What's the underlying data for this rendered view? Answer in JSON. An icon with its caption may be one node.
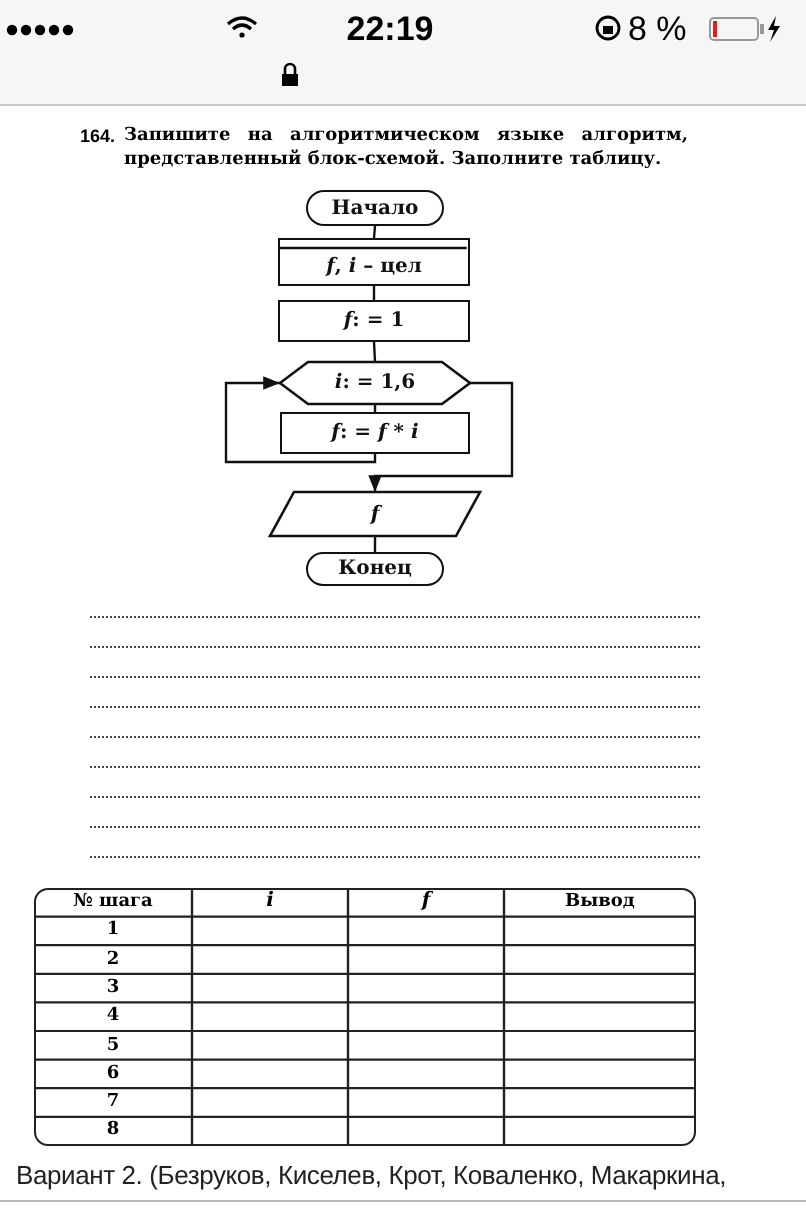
{
  "diagram": {
    "nodes": [
      {
        "text": [
          "Начало"
        ]
      },
      {
        "text": [
          "*f*, *i* – цел"
        ]
      },
      {
        "text": [
          "*f*: = 1"
        ]
      },
      {
        "text": [
          "*i*: = 1,6"
        ]
      },
      {
        "text": [
          "*f*: = *f* * *i*"
        ]
      },
      {
        "text": [
          "*f*"
        ]
      },
      {
        "text": [
          "Конец"
        ]
      }
    ],
    "edges": [
      {
        "from": 0,
        "to": 1,
        "arrow": "none"
      },
      {
        "from": 1,
        "to": 2,
        "arrow": "none"
      },
      {
        "from": 2,
        "to": 3,
        "arrow": "none"
      },
      {
        "from": 3,
        "to": 4,
        "arrow": "none"
      },
      {
        "from": 4,
        "to": 3,
        "arrow": "to"
      },
      {
        "from": 3,
        "to": 5,
        "arrow": "to"
      },
      {
        "from": 5,
        "to": 6,
        "arrow": "none"
      }
    ],
    "labels": [
      "22:19",
      "8 %",
      "164.",
      "Запишите на алгоритмическом языке алгоритм, представленный блок-схемой. Заполните таблицу.",
      "№ шага",
      "i",
      "f",
      "Вывод",
      "1",
      "2",
      "3",
      "4",
      "5",
      "6",
      "7",
      "8",
      "Вариант 2. (Безруков, Киселев, Крот, Коваленко, Макаркина,"
    ]
  }
}
